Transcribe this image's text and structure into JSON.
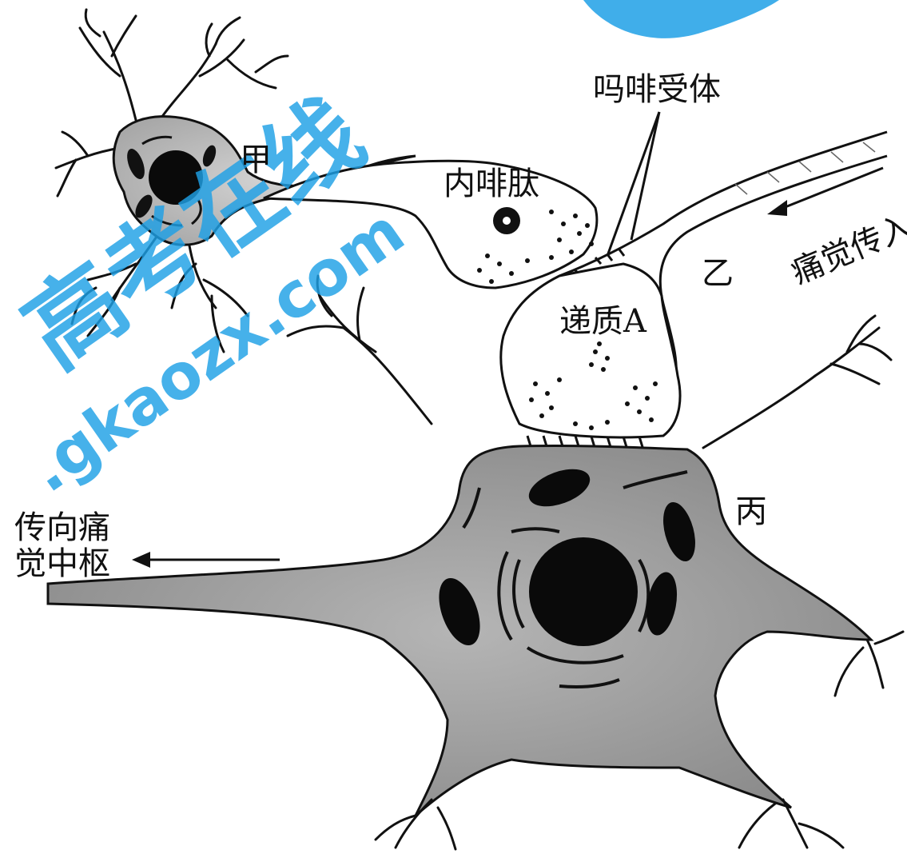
{
  "labels": {
    "jia": "甲",
    "yi": "乙",
    "bing": "丙",
    "endorphin": "内啡肽",
    "morphine_receptor": "吗啡受体",
    "transmitter_a": "递质A",
    "pain_input": "痛觉传入",
    "to_center_line1": "传向痛",
    "to_center_line2": "觉中枢"
  },
  "watermark": {
    "text_main": "高考在线",
    "text_domain": ".gkaozx.com",
    "color": "#1ea0e6"
  },
  "colors": {
    "ink": "#111111",
    "cell_fill": "#9a9a9a",
    "cell_fill_light": "#c8c8c8",
    "nucleus": "#0a0a0a"
  }
}
